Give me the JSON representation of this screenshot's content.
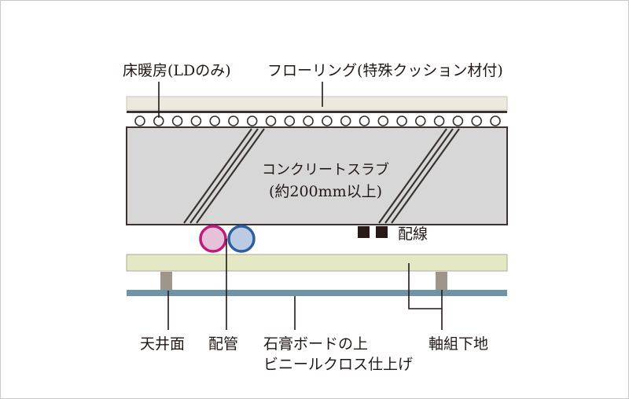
{
  "labels": {
    "floor_heating": "床暖房(LDのみ)",
    "flooring": "フローリング(特殊クッション材付)",
    "slab_line1": "コンクリートスラブ",
    "slab_line2": "(約200mm以上)",
    "wiring": "配線",
    "ceiling_surface": "天井面",
    "piping": "配管",
    "board_line1": "石膏ボードの上",
    "board_line2": "ビニールクロス仕上げ",
    "framing": "軸組下地"
  },
  "colors": {
    "flooring": "#ede9df",
    "slab": "#d7d7d8",
    "ceiling_panel": "#e5e8c4",
    "ceiling_board": "#6f94a6",
    "support": "#9e968b",
    "pipe_pink": "#c2187b",
    "pipe_pink_fill": "#e6c2d8",
    "pipe_blue": "#2b5f9e",
    "pipe_blue_fill": "#bccbe2",
    "wire": "#2a1a17",
    "line": "#231815"
  }
}
